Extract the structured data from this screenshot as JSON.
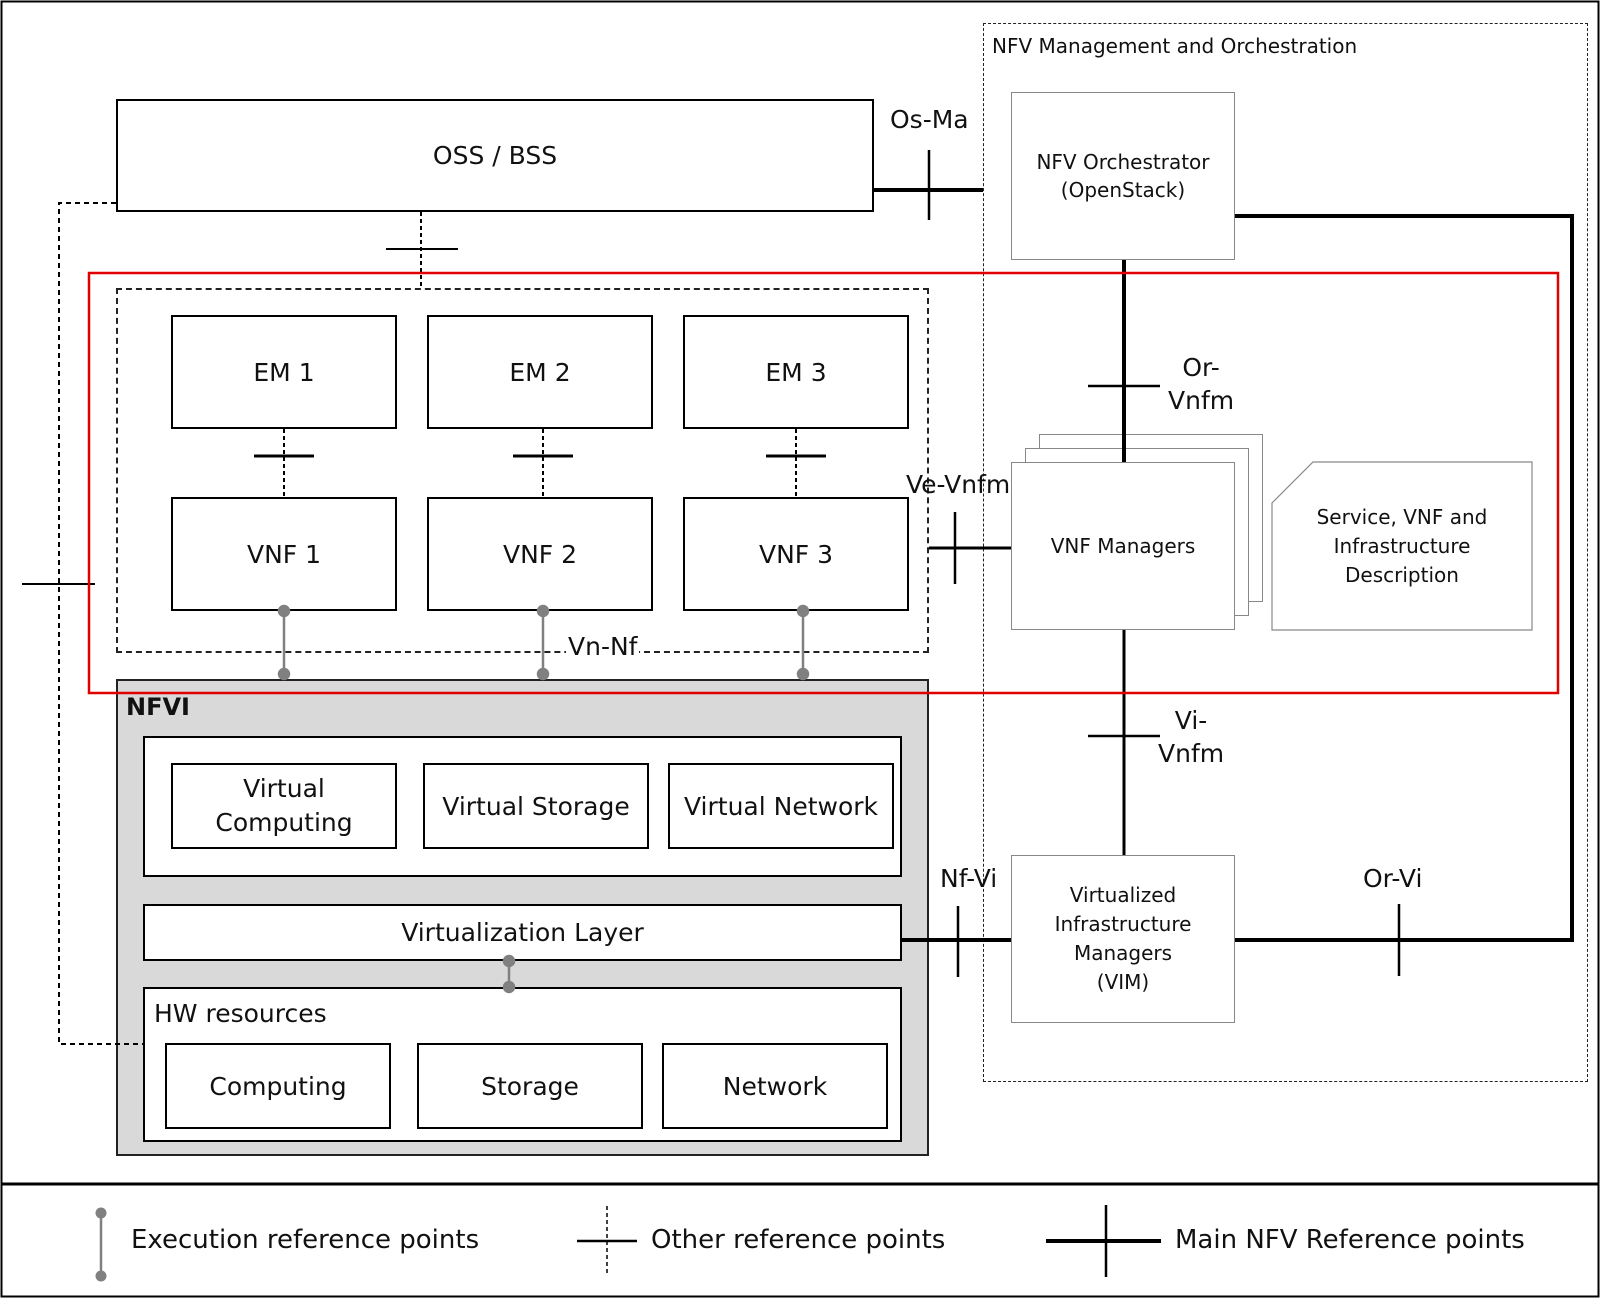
{
  "blocks": {
    "oss_bss": "OSS / BSS",
    "em1": "EM 1",
    "em2": "EM 2",
    "em3": "EM 3",
    "vnf1": "VNF 1",
    "vnf2": "VNF 2",
    "vnf3": "VNF 3",
    "nfvi_title": "NFVI",
    "virtual_computing": "Virtual\nComputing",
    "virtual_storage": "Virtual Storage",
    "virtual_network": "Virtual Network",
    "virtualization_layer": "Virtualization Layer",
    "hw_resources": "HW resources",
    "computing": "Computing",
    "storage": "Storage",
    "network": "Network",
    "mano_title": "NFV Management and Orchestration",
    "nfvo": "NFV Orchestrator\n(OpenStack)",
    "vnf_managers": "VNF Managers",
    "descriptors": "Service, VNF and\nInfrastructure\nDescription",
    "vim": "Virtualized\nInfrastructure\nManagers\n(VIM)"
  },
  "reference_points": {
    "os_ma": "Os-Ma",
    "or_vnfm": "Or-\nVnfm",
    "ve_vnfm": "Ve-Vnfm",
    "vn_nf": "Vn-Nf",
    "vi_vnfm": "Vi-\nVnfm",
    "nf_vi": "Nf-Vi",
    "or_vi": "Or-Vi"
  },
  "legend": {
    "execution": "Execution reference points",
    "other": "Other reference points",
    "main": "Main NFV Reference points"
  },
  "colors": {
    "highlight": "#e00000",
    "nfvi_fill": "#d9d9d9",
    "execution_line": "#808080"
  }
}
